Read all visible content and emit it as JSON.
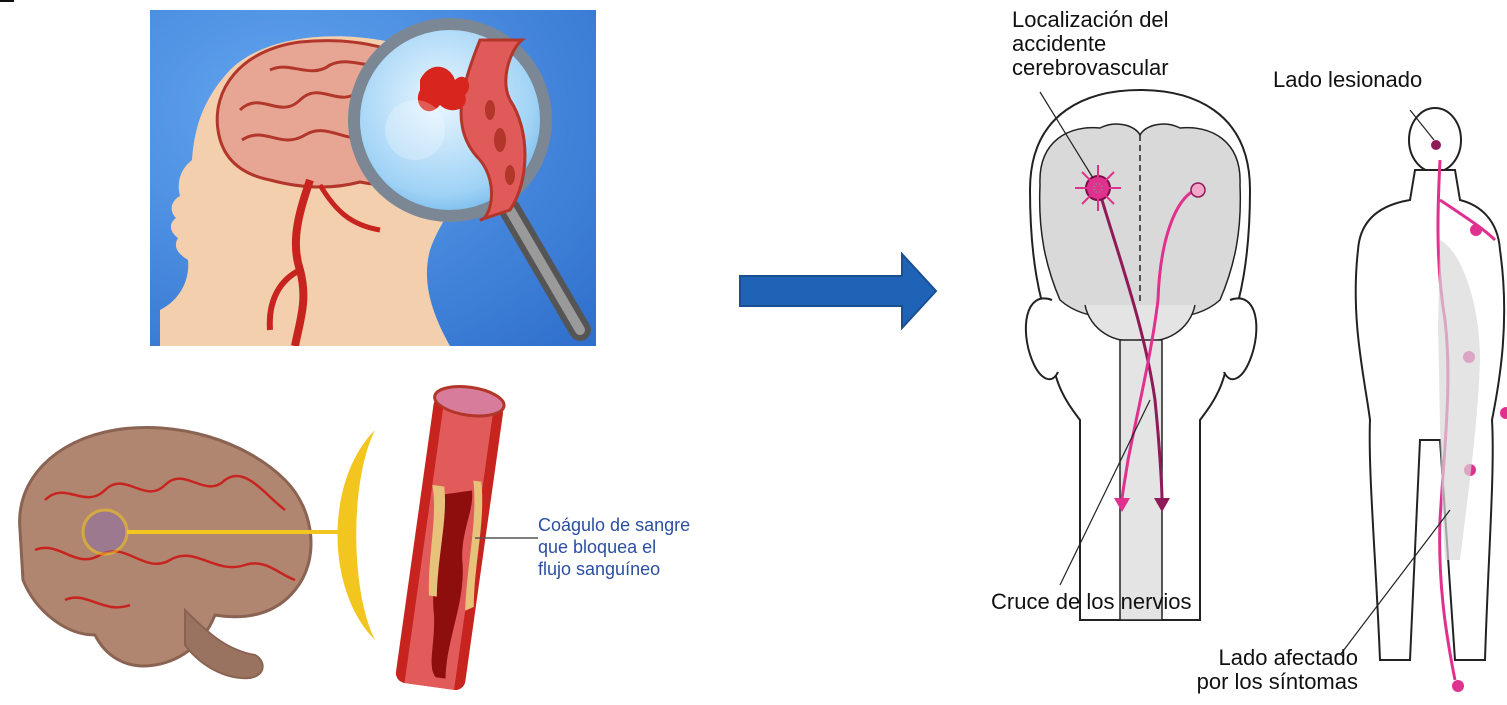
{
  "clot_label": {
    "line1": "Coágulo de sangre",
    "line2": "que bloquea el",
    "line3": "flujo sanguíneo"
  },
  "diagram_labels": {
    "location": {
      "line1": "Localización del",
      "line2": "accidente",
      "line3": "cerebrovascular"
    },
    "injured_side": "Lado lesionado",
    "nerve_crossing": "Cruce de los nervios",
    "affected_side": {
      "line1": "Lado afectado",
      "line2": "por los síntomas"
    }
  },
  "colors": {
    "arrow": "#1e63b5",
    "background_blue": "#3a7fd8",
    "artery_red": "#c8241f",
    "nerve_magenta": "#e0318f",
    "clot_text": "#2b4fa0"
  }
}
